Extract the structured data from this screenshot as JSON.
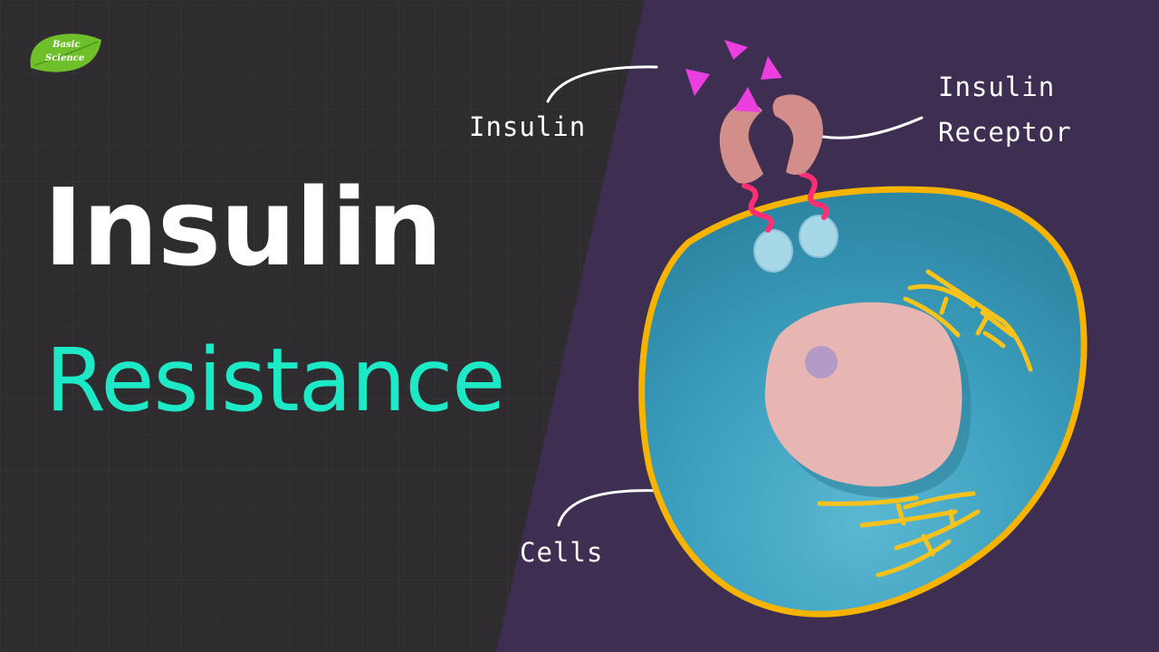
{
  "logo": {
    "line1": "Basic",
    "line2": "Science"
  },
  "title": {
    "line1": "Insulin",
    "line2": "Resistance"
  },
  "labels": {
    "insulin": "Insulin",
    "receptor_line1": "Insulin",
    "receptor_line2": "Receptor",
    "cells": "Cells"
  },
  "colors": {
    "left_background": "#2e2c2f",
    "right_background": "#3e2e52",
    "title_primary": "#ffffff",
    "title_accent": "#1de9c6",
    "label_text": "#ffffff",
    "cell_membrane": "#f6b400",
    "cytoplasm": "#3fa2bf",
    "nucleus": "#e7b5b2",
    "nucleolus": "#b39ac7",
    "insulin_molecule": "#ec3fe0",
    "receptor": "#d38e8a",
    "receptor_link": "#ff2f72",
    "channel": "#a6d8e8",
    "organelle": "#f7c21c",
    "logo_leaf": "#6fbf2a"
  },
  "icons": [
    "leaf-logo-icon",
    "insulin-molecule-icon",
    "insulin-receptor-icon",
    "cell-icon"
  ]
}
